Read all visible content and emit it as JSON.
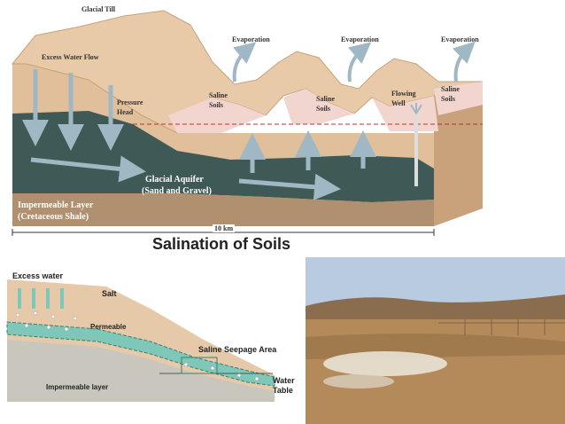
{
  "top_diagram": {
    "glacial_till": "Glacial Till",
    "excess_water_flow": "Excess Water Flow",
    "evaporation_labels": [
      "Evaporation",
      "Evaporation",
      "Evaporation"
    ],
    "saline_soils_labels": [
      "Saline\nSoils",
      "Saline\nSoils",
      "Saline\nSoils"
    ],
    "pressure_head": "Pressure\nHead",
    "flowing_well": "Flowing\nWell",
    "glacial_aquifer": "Glacial Aquifer",
    "aquifer_material": "(Sand and Gravel)",
    "impermeable_layer": "Impermeable Layer",
    "impermeable_material": "(Cretaceous Shale)",
    "scale": "10 km"
  },
  "title": "Salination of Soils",
  "bottom_diagram": {
    "excess_water": "Excess water",
    "salt": "Salt",
    "permeable": "Permeable",
    "saline_seepage_area": "Saline Seepage Area",
    "water_table": "Water\nTable",
    "impermeable_layer": "Impermeable layer"
  },
  "colors": {
    "till": "#e3c3a3",
    "aquifer": "#3f5a56",
    "impermeable": "#b0906f",
    "saline": "#f3d5cf",
    "arrow": "#9fb8c4",
    "sky": "#b9cbe0",
    "field": "#b48a5a"
  }
}
